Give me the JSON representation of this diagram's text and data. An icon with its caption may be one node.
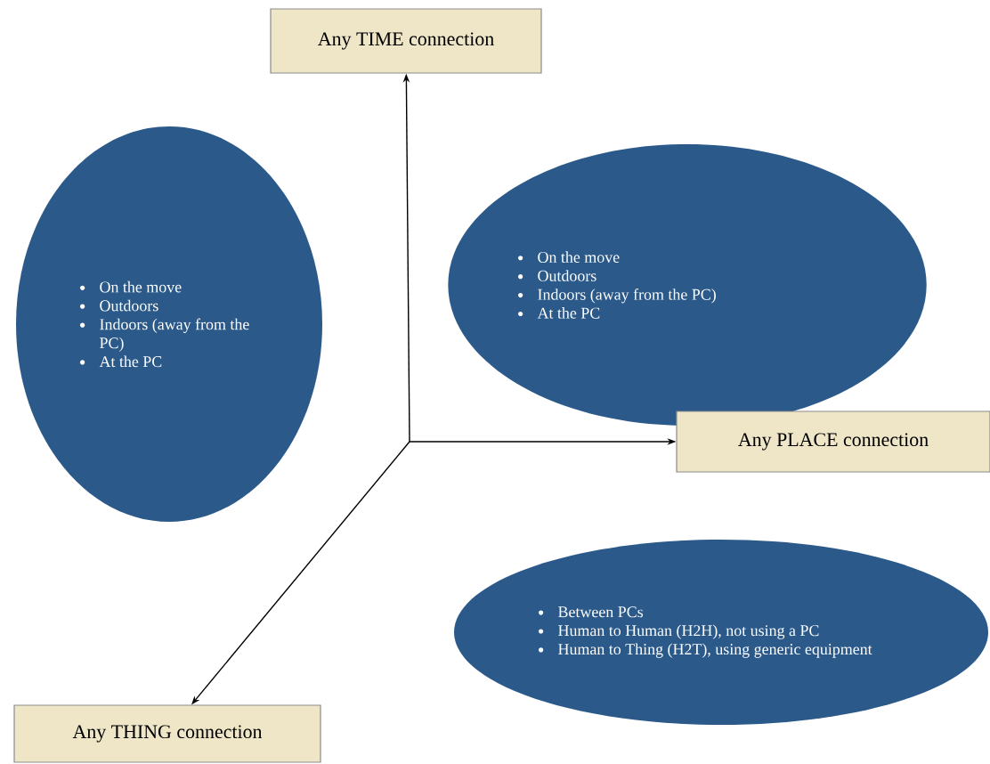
{
  "diagram": {
    "nodes": [
      {
        "text": [
          "Any TIME connection"
        ]
      },
      {
        "text": [
          "On the move",
          "Outdoors",
          "Indoors (away from the PC)",
          "At the PC"
        ]
      },
      {
        "text": [
          "On the move",
          "Outdoors",
          "Indoors (away from the PC)",
          "At the PC"
        ]
      },
      {
        "text": [
          "Any PLACE connection"
        ]
      },
      {
        "text": [
          "Between PCs",
          "Human to Human (H2H), not using a PC",
          "Human to Thing (H2T), using generic equipment"
        ]
      },
      {
        "text": [
          "Any THING connection"
        ]
      }
    ],
    "edges": [
      {
        "from": null,
        "to": 0,
        "arrow": "to"
      },
      {
        "from": null,
        "to": 3,
        "arrow": "to"
      },
      {
        "from": null,
        "to": 5,
        "arrow": "to"
      }
    ]
  }
}
